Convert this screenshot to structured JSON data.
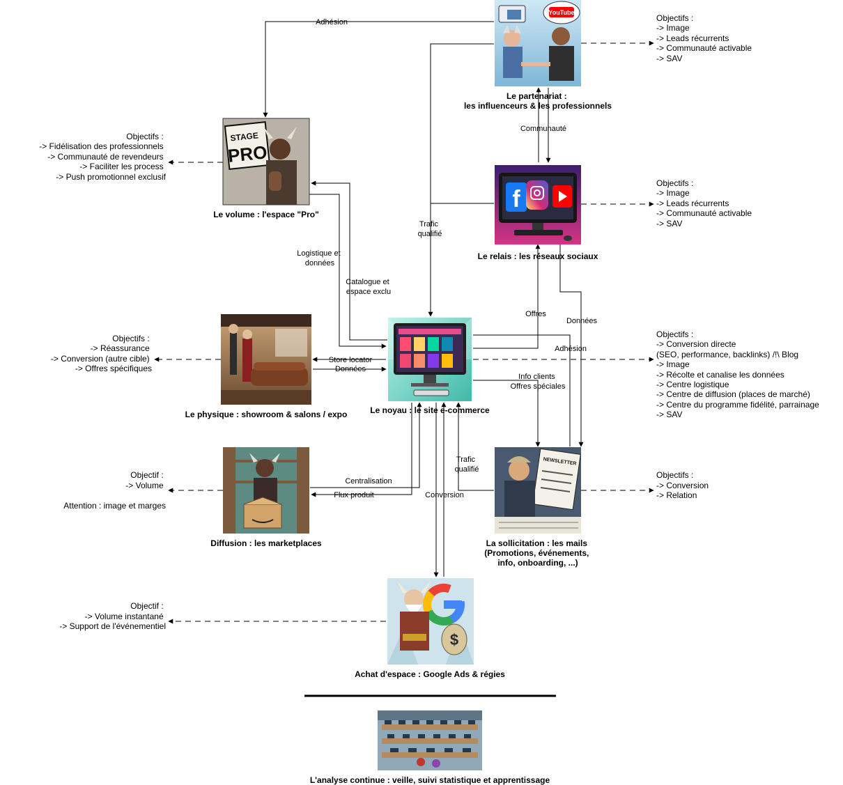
{
  "nodes": {
    "partner": {
      "label_lines": [
        "Le partenariat :",
        "les influenceurs & les professionnels"
      ],
      "image_text": [
        "YouTube"
      ]
    },
    "pro": {
      "label_lines": [
        "Le volume : l'espace \"Pro\""
      ],
      "image_text": [
        "STAGE",
        "PRO"
      ]
    },
    "social": {
      "label_lines": [
        "Le relais : les réseaux sociaux"
      ]
    },
    "core": {
      "label_lines": [
        "Le noyau : le site e-commerce"
      ]
    },
    "physical": {
      "label_lines": [
        "Le physique : showroom & salons / expo"
      ]
    },
    "marketplace": {
      "label_lines": [
        "Diffusion : les marketplaces"
      ]
    },
    "mail": {
      "label_lines": [
        "La sollicitation : les mails",
        "(Promotions, événements,",
        "info, onboarding, ...)"
      ],
      "image_text": [
        "NEWSLETTER"
      ]
    },
    "ads": {
      "label_lines": [
        "Achat d'espace : Google Ads & régies"
      ]
    },
    "analysis": {
      "label_lines": [
        "L'analyse continue : veille, suivi statistique et apprentissage"
      ]
    }
  },
  "edges": {
    "adhesion_top": [
      "Adhésion"
    ],
    "communaute": [
      "Communauté"
    ],
    "trafic_top": [
      "Trafic",
      "qualifié"
    ],
    "logistique": [
      "Logistique et",
      "données"
    ],
    "catalogue": [
      "Catalogue et",
      "espace exclu"
    ],
    "offres": [
      "Offres"
    ],
    "donnees_right": [
      "Données"
    ],
    "adhesion_right": [
      "Adhésion"
    ],
    "store_locator": [
      "Store locator"
    ],
    "donnees_mid": [
      "Données"
    ],
    "info_clients": [
      "Info clients",
      "Offres spéciales"
    ],
    "centralisation": [
      "Centralisation"
    ],
    "flux_produit": [
      "Flux produit"
    ],
    "conversion": [
      "Conversion"
    ],
    "trafic_bottom": [
      "Trafic",
      "qualifié"
    ]
  },
  "objectives": {
    "partner": [
      "Objectifs :",
      "-> Image",
      "-> Leads récurrents",
      "-> Communauté activable",
      "-> SAV"
    ],
    "social": [
      "Objectifs :",
      "-> Image",
      "-> Leads récurrents",
      "-> Communauté activable",
      "-> SAV"
    ],
    "core": [
      "Objectifs :",
      "-> Conversion directe",
      "(SEO, performance, backlinks) /!\\ Blog",
      "-> Image",
      "-> Récolte et canalise les données",
      "-> Centre logistique",
      "-> Centre de diffusion (places de marché)",
      "-> Centre du programme fidélité, parrainage",
      "-> SAV"
    ],
    "mail": [
      "Objectifs :",
      "-> Conversion",
      "-> Relation"
    ],
    "pro": [
      "Objectifs :",
      "-> Fidélisation des professionnels",
      "-> Communauté de revendeurs",
      "-> Faciliter les process",
      "-> Push promotionnel exclusif"
    ],
    "physical": [
      "Objectifs :",
      "-> Réassurance",
      "-> Conversion (autre cible)",
      "-> Offres spécifiques"
    ],
    "marketplace": [
      "Objectif :",
      "-> Volume",
      "",
      "Attention : image et marges"
    ],
    "ads": [
      "Objectif :",
      "-> Volume instantané",
      "-> Support de l'événementiel"
    ]
  },
  "colors": {
    "line": "#000000",
    "teal": "#2aa89a",
    "facebook": "#1877f2",
    "youtube": "#ff0000",
    "instagram": "#c13584",
    "google_blue": "#4285f4",
    "google_red": "#ea4335",
    "google_yellow": "#fbbc05",
    "google_green": "#34a853"
  }
}
